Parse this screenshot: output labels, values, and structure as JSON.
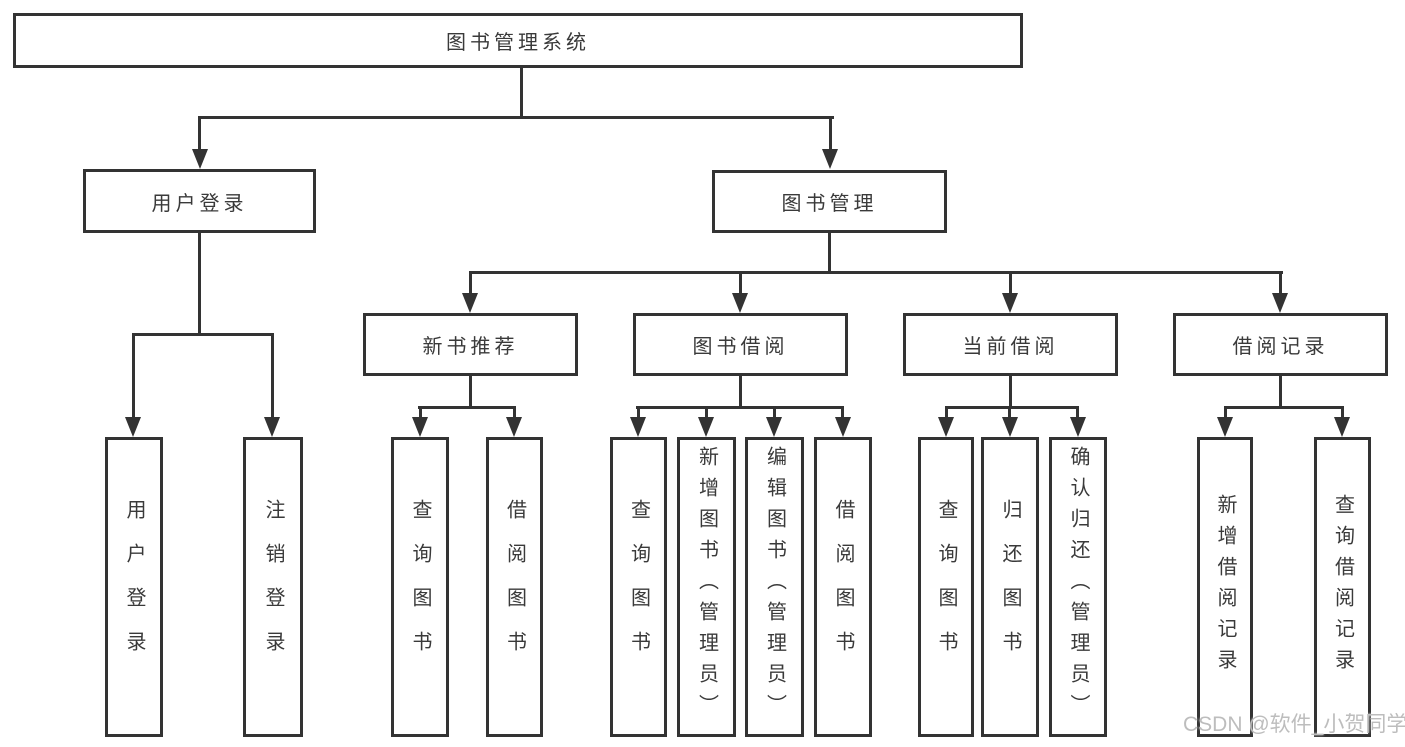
{
  "diagram": {
    "root": {
      "label": "图书管理系统"
    },
    "branches": {
      "user_login": {
        "label": "用户登录"
      },
      "book_mgmt": {
        "label": "图书管理"
      }
    },
    "modules": {
      "new_book_rec": {
        "label": "新书推荐"
      },
      "book_borrow": {
        "label": "图书借阅"
      },
      "current_borrow": {
        "label": "当前借阅"
      },
      "borrow_record": {
        "label": "借阅记录"
      }
    },
    "leaves": {
      "user_login_action": {
        "label": "用户登录"
      },
      "user_logout": {
        "label": "注销登录"
      },
      "rec_query_book": {
        "label": "查询图书"
      },
      "rec_borrow_book": {
        "label": "借阅图书"
      },
      "bb_query_book": {
        "label": "查询图书"
      },
      "bb_add_book": {
        "label": "新增图书（管理员）"
      },
      "bb_edit_book": {
        "label": "编辑图书（管理员）"
      },
      "bb_borrow_book": {
        "label": "借阅图书"
      },
      "cb_query_book": {
        "label": "查询图书"
      },
      "cb_return_book": {
        "label": "归还图书"
      },
      "cb_confirm_return": {
        "label": "确认归还（管理员）"
      },
      "br_add_record": {
        "label": "新增借阅记录"
      },
      "br_query_record": {
        "label": "查询借阅记录"
      }
    },
    "watermark": "CSDN @软件_小贺同学",
    "colors": {
      "line": "#333333",
      "text": "#3a3a3a",
      "watermark": "#bdbdbd",
      "background": "#ffffff"
    }
  }
}
